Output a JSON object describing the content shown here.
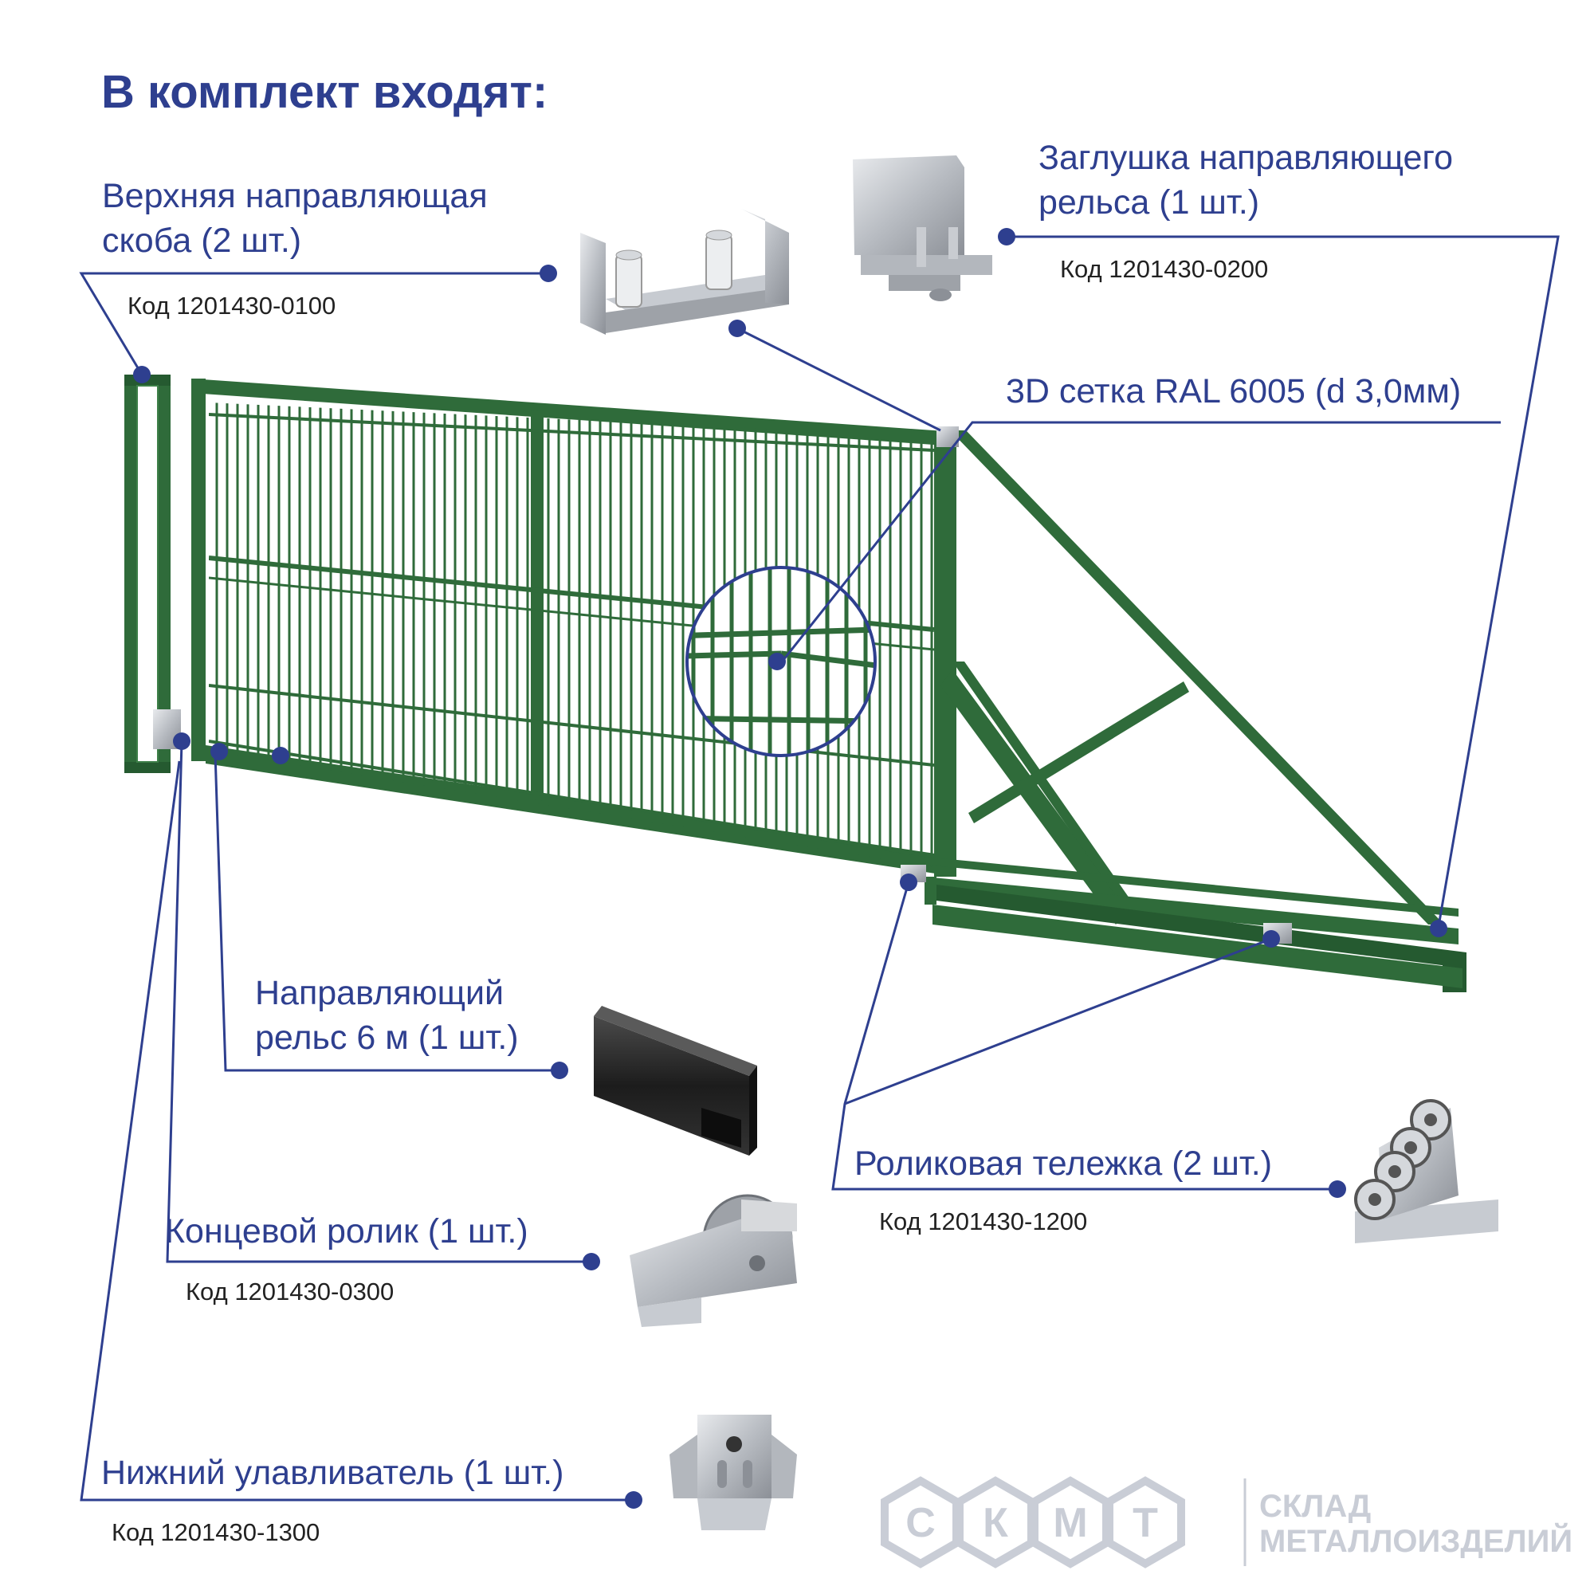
{
  "title": "В комплект входят:",
  "parts": [
    {
      "label_lines": [
        "Верхняя направляющая",
        "скоба (2 шт.)"
      ],
      "code": "Код 1201430-0100",
      "icon": "top-guide-bracket-image"
    },
    {
      "label_lines": [
        "Заглушка направляющего",
        "рельса (1 шт.)"
      ],
      "code": "Код 1201430-0200",
      "icon": "rail-end-cap-image"
    },
    {
      "label_lines": [
        "3D сетка RAL 6005 (d 3,0мм)"
      ],
      "icon": "mesh-magnifier"
    },
    {
      "label_lines": [
        "Направляющий",
        "рельс 6 м (1 шт.)"
      ],
      "icon": "guide-rail-image"
    },
    {
      "label_lines": [
        "Роликовая тележка (2 шт.)"
      ],
      "code": "Код 1201430-1200",
      "icon": "roller-carriage-image"
    },
    {
      "label_lines": [
        "Концевой ролик (1 шт.)"
      ],
      "code": "Код 1201430-0300",
      "icon": "end-roller-image"
    },
    {
      "label_lines": [
        "Нижний улавливатель (1 шт.)"
      ],
      "code": "Код 1201430-1300",
      "icon": "bottom-catcher-image"
    }
  ],
  "logo": {
    "letters": [
      "С",
      "К",
      "М",
      "Т"
    ],
    "line1": "СКЛАД",
    "line2": "МЕТАЛЛОИЗДЕЛИЙ"
  },
  "colors": {
    "accent": "#2e3f8f",
    "gate_green": "#2f6b3a",
    "logo_gray": "#c9cdd6"
  }
}
